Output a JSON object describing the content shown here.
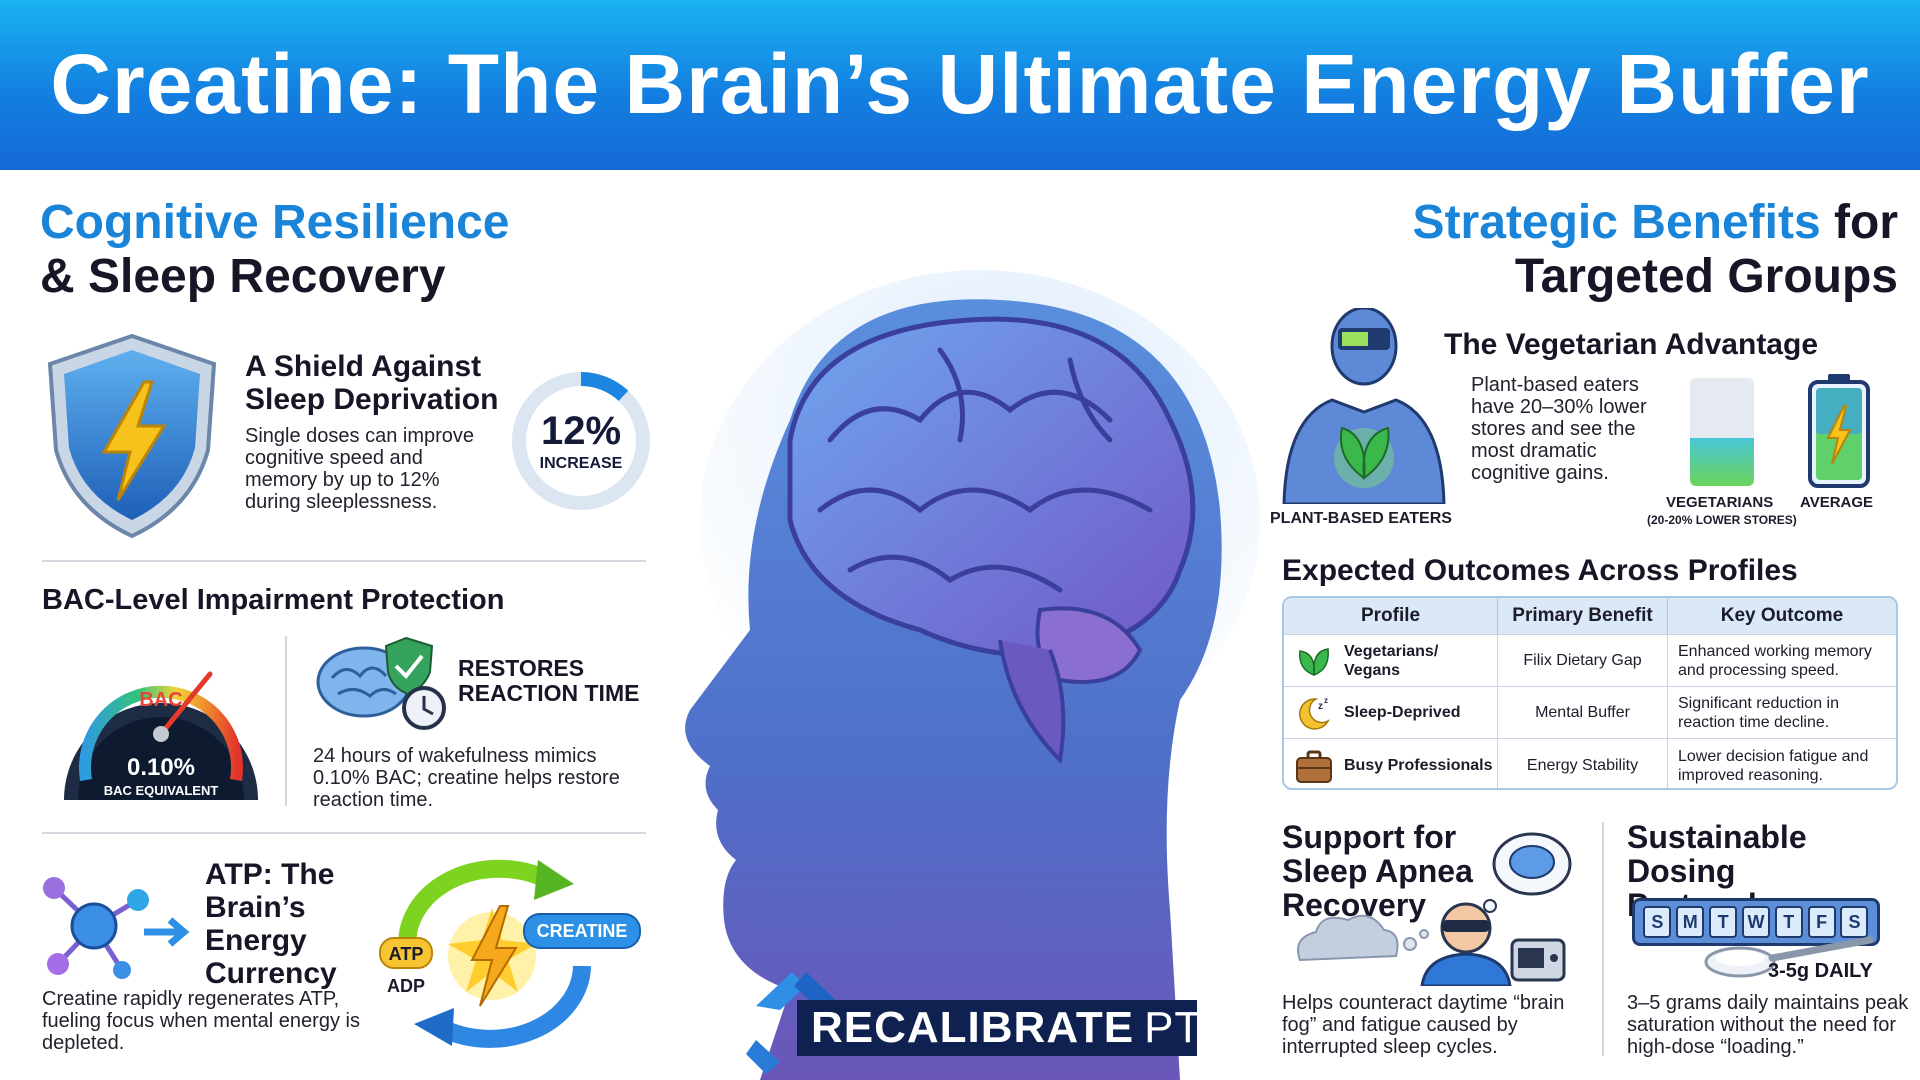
{
  "header": {
    "title": "Creatine: The Brain’s Ultimate Energy Buffer"
  },
  "left": {
    "title_line1": "Cognitive Resilience",
    "title_line2": "& Sleep Recovery",
    "shield": {
      "title": "A Shield Against Sleep Deprivation",
      "text": "Single doses can improve cognitive speed and memory by up to 12% during sleeplessness.",
      "stat_value": "12%",
      "stat_label": "INCREASE",
      "stat_fraction": 0.12
    },
    "bac": {
      "title": "BAC-Level Impairment Protection",
      "gauge_label": "BAC",
      "gauge_value": "0.10%",
      "gauge_caption": "BAC EQUIVALENT",
      "heading": "RESTORES REACTION TIME",
      "text": "24 hours of wakefulness mimics 0.10% BAC; creatine helps restore reaction time."
    },
    "atp": {
      "title": "ATP: The Brain’s Energy Currency",
      "text": "Creatine rapidly regenerates ATP, fueling focus when mental energy is depleted.",
      "atp_label": "ATP",
      "adp_label": "ADP",
      "creatine_label": "CREATINE"
    }
  },
  "right": {
    "title_blue": "Strategic Benefits",
    "title_dark1": "for",
    "title_dark2": "Targeted Groups",
    "vegetarian": {
      "figure_caption": "PLANT-BASED EATERS",
      "title": "The Vegetarian Advantage",
      "text": "Plant-based eaters have 20–30% lower stores and see the most dramatic cognitive gains.",
      "bar1_label": "VEGETARIANS",
      "bar1_sub": "(20-20% LOWER STORES)",
      "bar2_label": "AVERAGE"
    },
    "outcomes": {
      "title": "Expected Outcomes Across Profiles",
      "headers": [
        "Profile",
        "Primary Benefit",
        "Key Outcome"
      ],
      "rows": [
        {
          "profile": "Vegetarians/ Vegans",
          "icon": "leaf-icon",
          "benefit": "Filix Dietary Gap",
          "outcome": "Enhanced working memory and processing speed."
        },
        {
          "profile": "Sleep-Deprived",
          "icon": "moon-icon",
          "benefit": "Mental Buffer",
          "outcome": "Significant reduction in reaction time decline."
        },
        {
          "profile": "Busy Professionals",
          "icon": "briefcase-icon",
          "benefit": "Energy Stability",
          "outcome": "Lower decision fatigue and improved reasoning."
        }
      ]
    },
    "apnea": {
      "title": "Support for Sleep Apnea Recovery",
      "text": "Helps counteract daytime “brain fog” and fatigue caused by interrupted sleep cycles."
    },
    "dosing": {
      "title": "Sustainable Dosing Protocol",
      "days": [
        "S",
        "M",
        "T",
        "W",
        "T",
        "F",
        "S"
      ],
      "dose_label": "3-5g DAILY",
      "text": "3–5 grams daily maintains peak saturation without the need for high-dose “loading.”"
    }
  },
  "brand": {
    "name": "RECALIBRATE",
    "suffix": "PT"
  },
  "colors": {
    "banner_blue": "#137fe0",
    "accent_blue": "#1a84d9",
    "navy": "#0f2150"
  }
}
